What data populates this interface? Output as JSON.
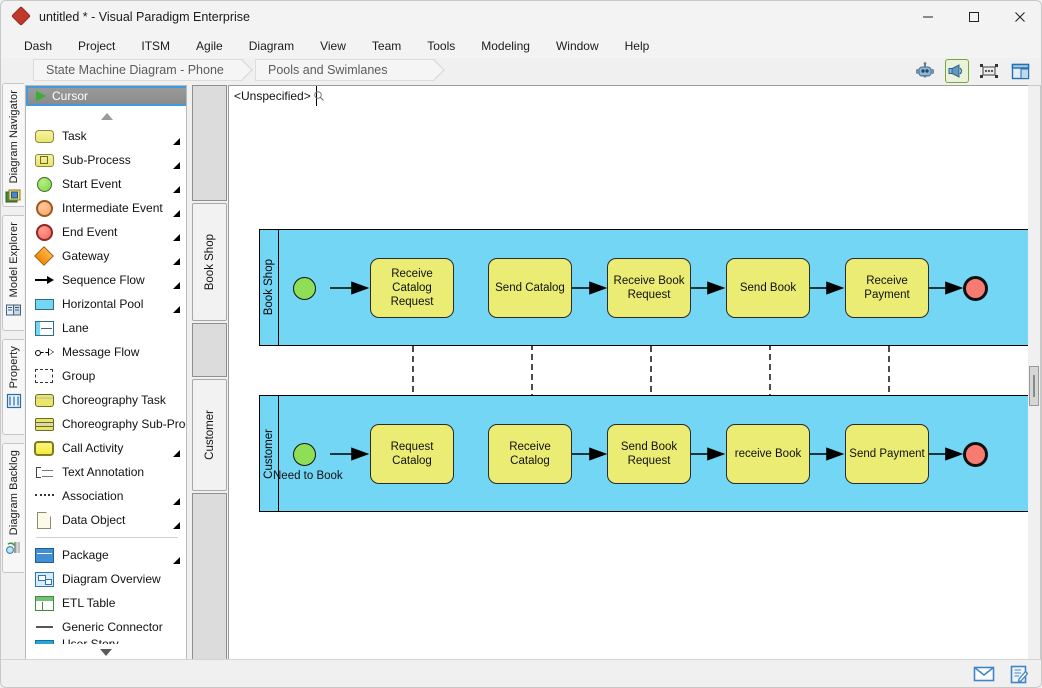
{
  "window": {
    "title": "untitled * - Visual Paradigm Enterprise",
    "app_icon": "visual-paradigm-diamond-icon",
    "minimize": "—",
    "maximize": "☐",
    "close": "✕"
  },
  "menubar": {
    "items": [
      "Dash",
      "Project",
      "ITSM",
      "Agile",
      "Diagram",
      "View",
      "Team",
      "Tools",
      "Modeling",
      "Window",
      "Help"
    ]
  },
  "breadcrumb": {
    "items": [
      "State Machine Diagram - Phone",
      "Pools and Swimlanes"
    ]
  },
  "toolbar": {
    "icons": [
      "chatbot-icon",
      "announcement-icon",
      "resize-handles-icon",
      "panel-layout-icon"
    ],
    "selected_index": 1
  },
  "left_rail": {
    "tabs": [
      {
        "label": "Diagram Navigator",
        "icon": "diagram-navigator-icon"
      },
      {
        "label": "Model Explorer",
        "icon": "model-explorer-icon"
      },
      {
        "label": "Property",
        "icon": "property-icon"
      },
      {
        "label": "Diagram Backlog",
        "icon": "diagram-backlog-icon"
      }
    ]
  },
  "palette": {
    "selected": {
      "label": "Cursor",
      "icon": "cursor-arrow-icon"
    },
    "scroll_up": "▲",
    "scroll_down": "▼",
    "items": [
      {
        "label": "Task",
        "icon": "task-icon",
        "expand": true
      },
      {
        "label": "Sub-Process",
        "icon": "sub-process-icon",
        "expand": true
      },
      {
        "label": "Start Event",
        "icon": "start-event-icon",
        "expand": true
      },
      {
        "label": "Intermediate Event",
        "icon": "intermediate-event-icon",
        "expand": true
      },
      {
        "label": "End Event",
        "icon": "end-event-icon",
        "expand": true
      },
      {
        "label": "Gateway",
        "icon": "gateway-icon",
        "expand": true
      },
      {
        "label": "Sequence Flow",
        "icon": "sequence-flow-icon",
        "expand": true
      },
      {
        "label": "Horizontal Pool",
        "icon": "horizontal-pool-icon",
        "expand": true
      },
      {
        "label": "Lane",
        "icon": "lane-icon",
        "expand": false
      },
      {
        "label": "Message Flow",
        "icon": "message-flow-icon",
        "expand": false
      },
      {
        "label": "Group",
        "icon": "group-icon",
        "expand": false
      },
      {
        "label": "Choreography Task",
        "icon": "choreography-task-icon",
        "expand": false
      },
      {
        "label": "Choreography Sub-Process",
        "icon": "choreography-sub-process-icon",
        "expand": false
      },
      {
        "label": "Call Activity",
        "icon": "call-activity-icon",
        "expand": true
      },
      {
        "label": "Text Annotation",
        "icon": "text-annotation-icon",
        "expand": false
      },
      {
        "label": "Association",
        "icon": "association-icon",
        "expand": true
      },
      {
        "label": "Data Object",
        "icon": "data-object-icon",
        "expand": true
      },
      {
        "label": "Package",
        "icon": "package-icon",
        "expand": true,
        "separator_before": true
      },
      {
        "label": "Diagram Overview",
        "icon": "diagram-overview-icon",
        "expand": false
      },
      {
        "label": "ETL Table",
        "icon": "etl-table-icon",
        "expand": false
      },
      {
        "label": "Generic Connector",
        "icon": "generic-connector-icon",
        "expand": false
      },
      {
        "label": "User Story",
        "icon": "user-story-icon",
        "expand": false
      }
    ]
  },
  "diagram_tabs": {
    "items": [
      "Book Shop",
      "Customer"
    ]
  },
  "canvas": {
    "unspecified_label": "<Unspecified>",
    "search_icon": "magnifier-icon"
  },
  "diagram": {
    "pools": [
      {
        "name": "Book Shop",
        "start_event": {
          "label": ""
        },
        "end_event": {
          "label": ""
        },
        "tasks": [
          "Receive Catalog Request",
          "Send Catalog",
          "Receive Book Request",
          "Send Book",
          "Receive Payment"
        ]
      },
      {
        "name": "Customer",
        "start_event": {
          "label": "Need to Book"
        },
        "end_event": {
          "label": ""
        },
        "tasks": [
          "Request Catalog",
          "Receive Catalog",
          "Send Book Request",
          "receive Book",
          "Send Payment"
        ]
      }
    ],
    "message_flows": [
      {
        "from": "Request Catalog",
        "to": "Receive Catalog Request",
        "direction": "up"
      },
      {
        "from": "Send Catalog",
        "to": "Receive Catalog",
        "direction": "down"
      },
      {
        "from": "Send Book Request",
        "to": "Receive Book Request",
        "direction": "up"
      },
      {
        "from": "Send Book",
        "to": "receive Book",
        "direction": "down"
      },
      {
        "from": "Send Payment",
        "to": "Receive Payment",
        "direction": "up"
      }
    ],
    "colors": {
      "pool_fill": "#73d6f4",
      "task_fill": "#eaec73",
      "start_event_fill": "#8ede56",
      "end_event_fill": "#f87b72"
    }
  },
  "statusbar": {
    "icons": [
      "mail-icon",
      "notes-icon"
    ]
  }
}
